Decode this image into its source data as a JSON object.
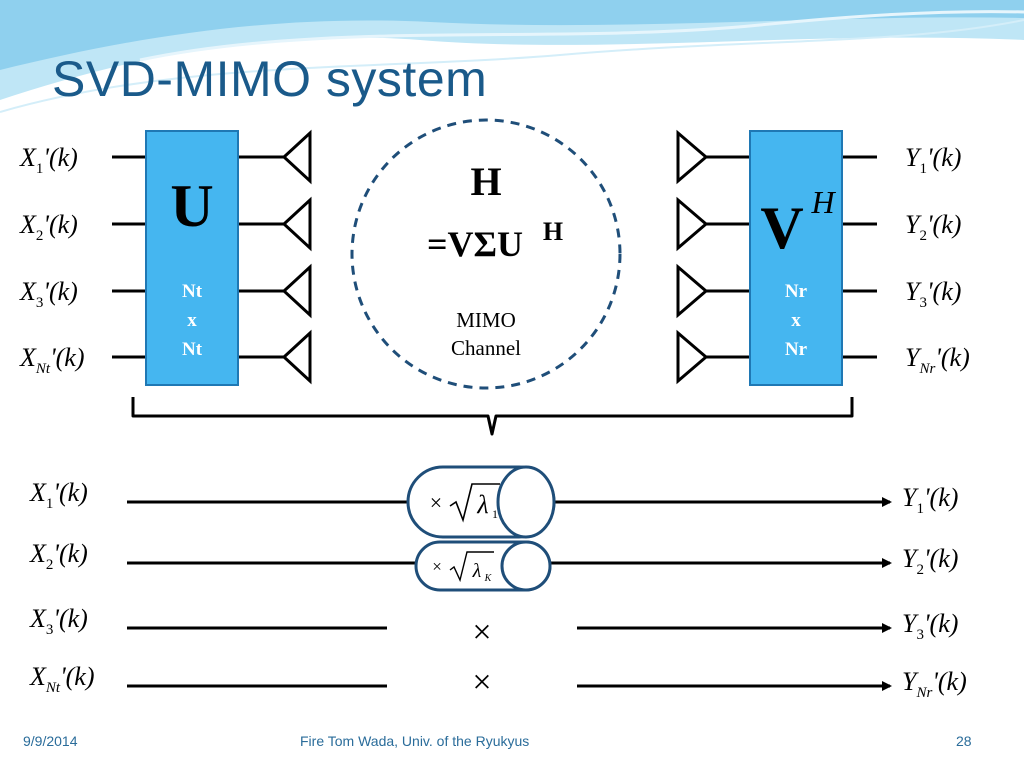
{
  "slide": {
    "title": "SVD-MIMO system",
    "footer_date": "9/9/2014",
    "footer_author": "Fire Tom Wada, Univ. of the Ryukyus",
    "page_number": "28",
    "colors": {
      "title": "#1a5a8a",
      "box_fill": "#45b6f0",
      "box_stroke": "#1f78b4",
      "channel_stroke": "#1f4e79",
      "header_wave": "#6cc4e8"
    }
  },
  "top": {
    "inputs": [
      {
        "base": "X",
        "sub": "1"
      },
      {
        "base": "X",
        "sub": "2"
      },
      {
        "base": "X",
        "sub": "3"
      },
      {
        "base": "X",
        "sub": "Nt"
      }
    ],
    "outputs": [
      {
        "base": "Y",
        "sub": "1"
      },
      {
        "base": "Y",
        "sub": "2"
      },
      {
        "base": "Y",
        "sub": "3"
      },
      {
        "base": "Y",
        "sub": "Nr"
      }
    ],
    "signal_suffix": "'(k)",
    "u_box": {
      "label": "U",
      "size_rows": [
        "Nt",
        "x",
        "Nt"
      ]
    },
    "v_box": {
      "label": "V",
      "sup": "H",
      "size_rows": [
        "Nr",
        "x",
        "Nr"
      ]
    },
    "channel": {
      "line1": "H",
      "line2_prefix": "=VΣU",
      "line2_sup": "H",
      "caption_rows": [
        "MIMO",
        "Channel"
      ]
    }
  },
  "bottom": {
    "inputs": [
      {
        "base": "X",
        "sub": "1"
      },
      {
        "base": "X",
        "sub": "2"
      },
      {
        "base": "X",
        "sub": "3"
      },
      {
        "base": "X",
        "sub": "Nt"
      }
    ],
    "outputs": [
      {
        "base": "Y",
        "sub": "1"
      },
      {
        "base": "Y",
        "sub": "2"
      },
      {
        "base": "Y",
        "sub": "3"
      },
      {
        "base": "Y",
        "sub": "Nr"
      }
    ],
    "gains": [
      {
        "times": "×",
        "symbol": "λ",
        "sub": "1"
      },
      {
        "times": "×",
        "symbol": "λ",
        "sub": "K"
      }
    ],
    "zero_marks": [
      "×",
      "×"
    ]
  }
}
